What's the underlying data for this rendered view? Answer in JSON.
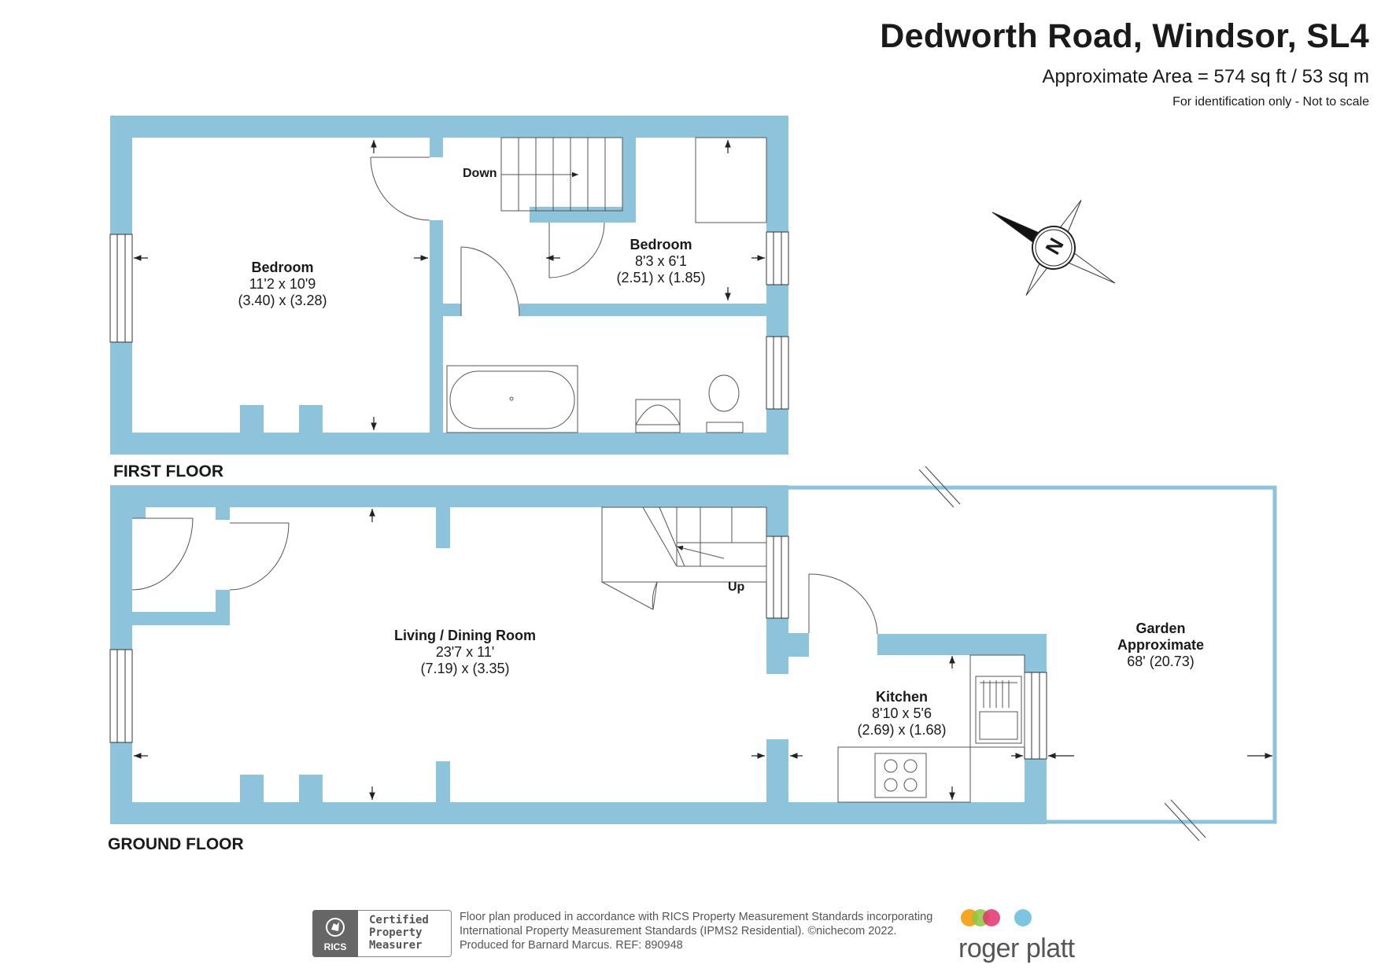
{
  "header": {
    "title": "Dedworth Road, Windsor, SL4",
    "area": "Approximate Area = 574 sq ft / 53 sq m",
    "note": "For identification only - Not to scale"
  },
  "floors": {
    "first_label": "FIRST FLOOR",
    "ground_label": "GROUND FLOOR"
  },
  "rooms": {
    "bedroom1": {
      "name": "Bedroom",
      "imperial": "11'2 x 10'9",
      "metric": "(3.40) x (3.28)"
    },
    "bedroom2": {
      "name": "Bedroom",
      "imperial": "8'3 x 6'1",
      "metric": "(2.51) x (1.85)"
    },
    "living": {
      "name": "Living / Dining Room",
      "imperial": "23'7 x 11'",
      "metric": "(7.19) x (3.35)"
    },
    "kitchen": {
      "name": "Kitchen",
      "imperial": "8'10 x 5'6",
      "metric": "(2.69) x (1.68)"
    },
    "garden": {
      "name1": "Garden",
      "name2": "Approximate",
      "imperial": "68' (20.73)"
    }
  },
  "labels": {
    "down": "Down",
    "up": "Up"
  },
  "compass": {
    "letter": "N"
  },
  "footer": {
    "line1": "Floor plan produced in accordance with RICS Property Measurement Standards incorporating",
    "line2": "International Property Measurement Standards (IPMS2 Residential).   ©nichecom 2022.",
    "line3": "Produced for Barnard Marcus.    REF:  890948",
    "rics_mark": "RICS",
    "cert1": "Certified",
    "cert2": "Property",
    "cert3": "Measurer",
    "brand": "roger platt",
    "brand_colors": [
      "#f5a623",
      "#8cc63f",
      "#e2336b",
      "#7cc6e4"
    ]
  },
  "colors": {
    "wall": "#8ec3dc",
    "fixture": "#9ecbe0"
  }
}
